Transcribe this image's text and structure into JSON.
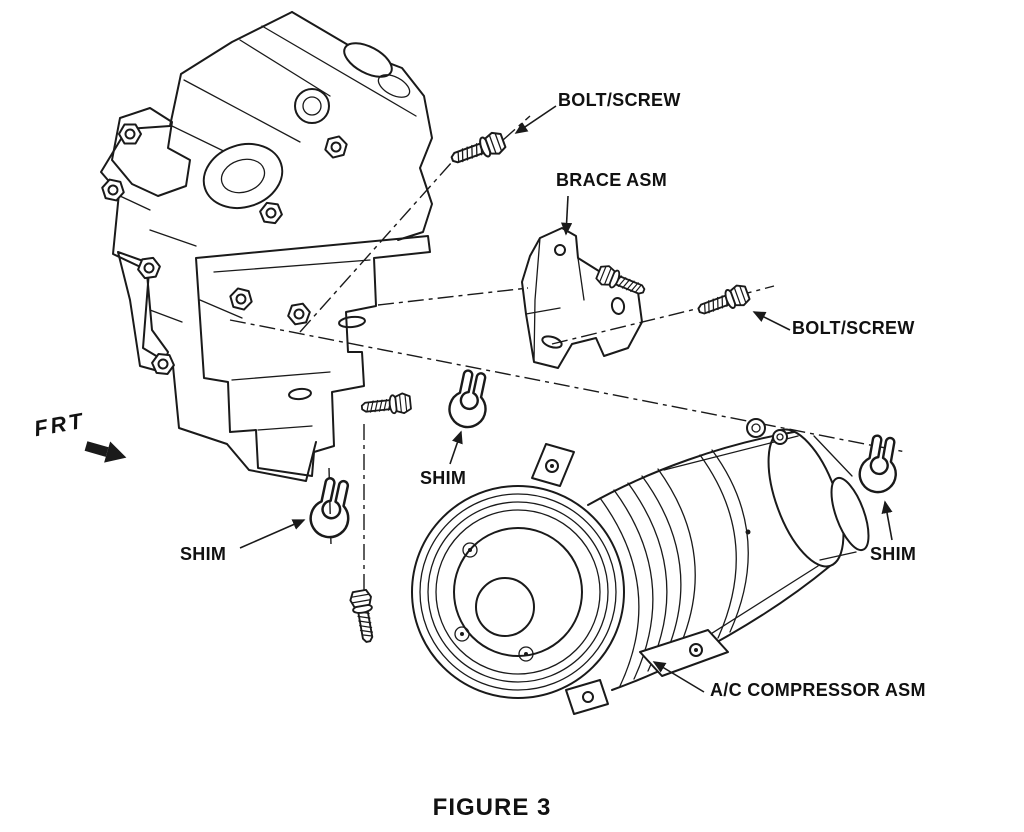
{
  "figure": {
    "caption": "FIGURE 3"
  },
  "direction": {
    "frt": "FRT"
  },
  "labels": {
    "bolt_screw_top": "BOLT/SCREW",
    "brace_asm": "BRACE ASM",
    "bolt_screw_right": "BOLT/SCREW",
    "shim_center": "SHIM",
    "shim_left": "SHIM",
    "shim_right": "SHIM",
    "compressor_asm": "A/C COMPRESSOR ASM"
  },
  "colors": {
    "ink": "#1a1a1a",
    "background": "#ffffff"
  }
}
